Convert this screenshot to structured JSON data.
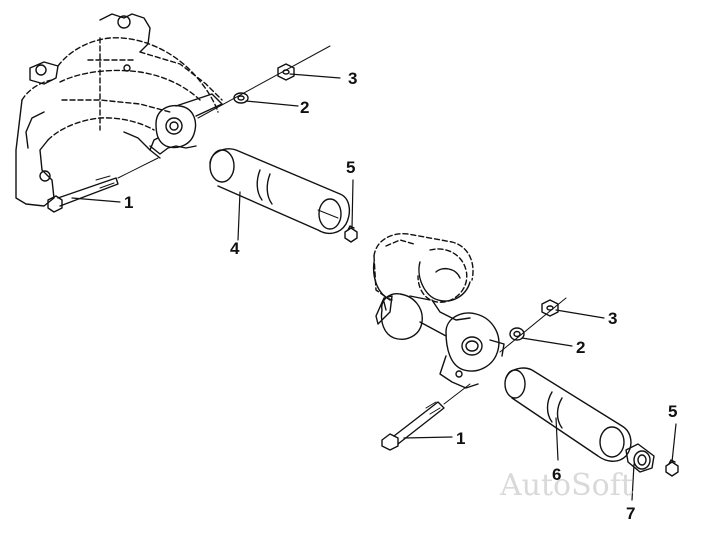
{
  "diagram": {
    "callouts": [
      {
        "id": "c1-top",
        "label": "1"
      },
      {
        "id": "c2-top",
        "label": "2"
      },
      {
        "id": "c3-top",
        "label": "3"
      },
      {
        "id": "c4",
        "label": "4"
      },
      {
        "id": "c5-top",
        "label": "5"
      },
      {
        "id": "c1-bottom",
        "label": "1"
      },
      {
        "id": "c2-bottom",
        "label": "2"
      },
      {
        "id": "c3-bottom",
        "label": "3"
      },
      {
        "id": "c5-bottom",
        "label": "5"
      },
      {
        "id": "c6",
        "label": "6"
      },
      {
        "id": "c7",
        "label": "7"
      }
    ],
    "watermark": "AutoSoft"
  }
}
